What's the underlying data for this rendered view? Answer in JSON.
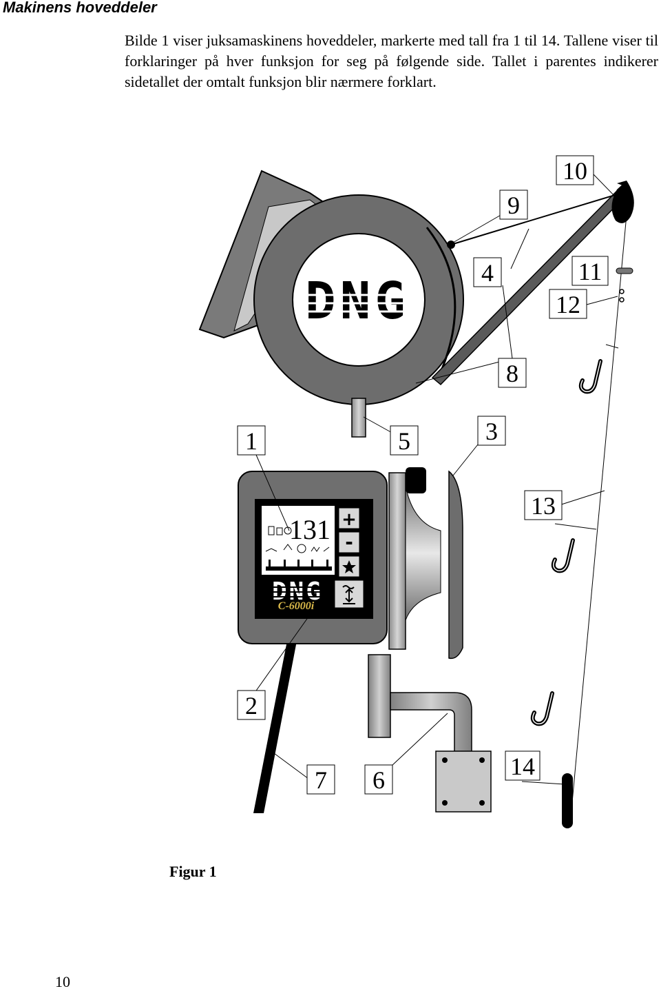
{
  "heading": "Makinens hoveddeler",
  "intro": "Bilde 1 viser juksamaskinens hoveddeler, markerte med tall fra 1 til 14. Tallene viser til forklaringer på hver funksjon for seg på følgende side. Tallet i parentes indikerer sidetallet der omtalt funksjon blir nærmere forklart.",
  "figure": {
    "brand_logo_text": "DNG",
    "panel": {
      "display_value": "131",
      "plus_symbol": "+",
      "minus_symbol": "-",
      "model_text": "C-6000i"
    },
    "callouts": [
      "1",
      "2",
      "3",
      "4",
      "5",
      "6",
      "7",
      "8",
      "9",
      "10",
      "11",
      "12",
      "13",
      "14"
    ],
    "caption": "Figur 1"
  },
  "page_number": "10"
}
